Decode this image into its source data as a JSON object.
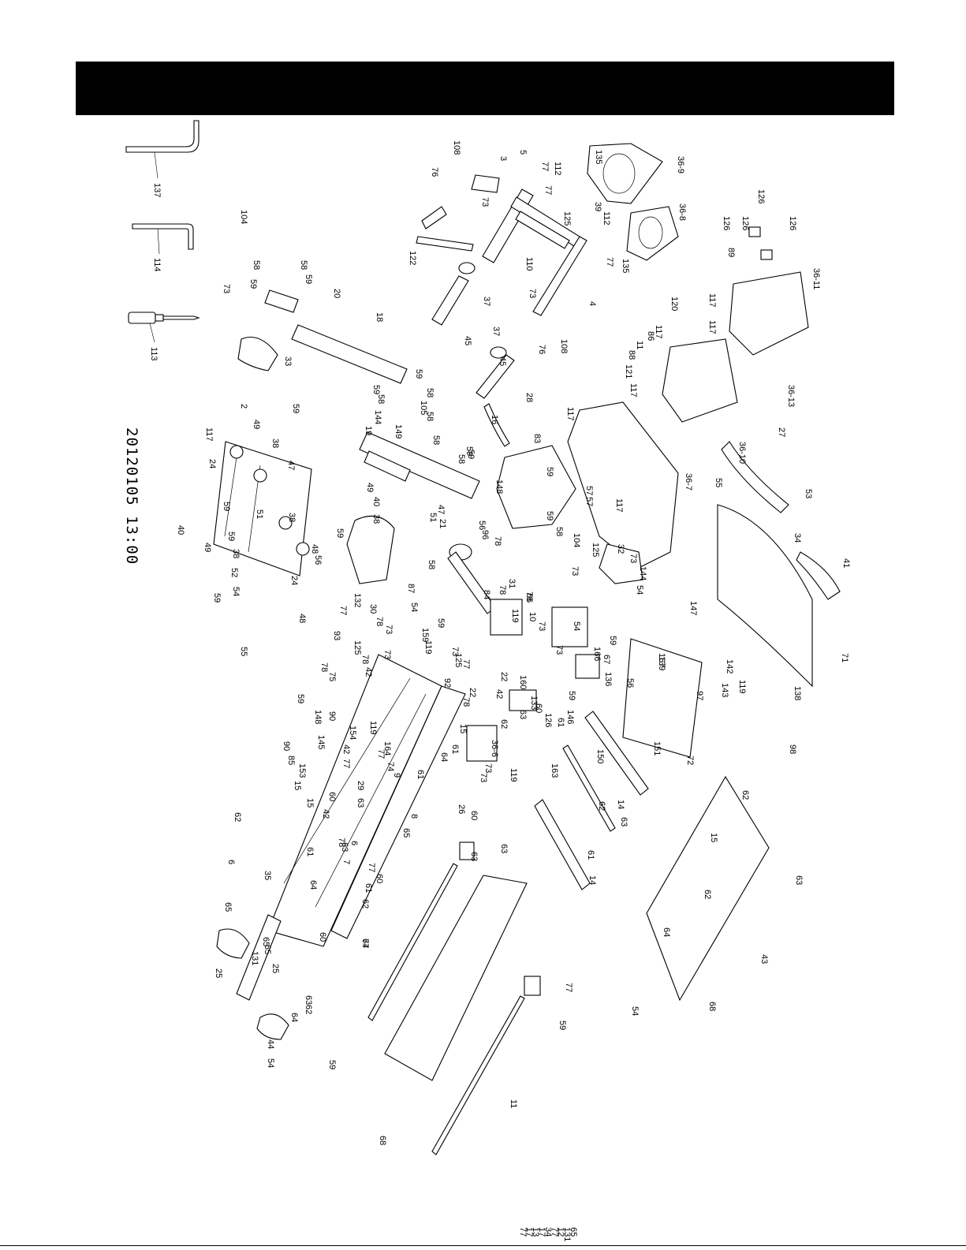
{
  "page": {
    "stamp": "20120105 13:00"
  },
  "tools": [
    {
      "id": "hex-key-large",
      "label": "137"
    },
    {
      "id": "hex-key-small",
      "label": "114"
    },
    {
      "id": "screwdriver",
      "label": "113"
    }
  ],
  "callouts": [
    "108",
    "3",
    "5",
    "77",
    "112",
    "135",
    "36-9",
    "76",
    "73",
    "77",
    "39",
    "112",
    "125",
    "36-8",
    "122",
    "110",
    "73",
    "77",
    "135",
    "126",
    "126",
    "126",
    "89",
    "126",
    "36-11",
    "37",
    "45",
    "4",
    "108",
    "120",
    "117",
    "117",
    "117",
    "86",
    "11",
    "88",
    "121",
    "117",
    "104",
    "58",
    "58",
    "59",
    "59",
    "20",
    "73",
    "18",
    "33",
    "37",
    "76",
    "45",
    "28",
    "16",
    "117",
    "36-10",
    "36-13",
    "27",
    "59",
    "59",
    "58",
    "58",
    "58",
    "144",
    "105",
    "149",
    "19",
    "58",
    "59",
    "58",
    "59",
    "148",
    "59",
    "57",
    "57",
    "83",
    "36-7",
    "117",
    "117",
    "2",
    "49",
    "59",
    "38",
    "24",
    "47",
    "59",
    "40",
    "49",
    "59",
    "38",
    "51",
    "38",
    "48",
    "52",
    "54",
    "56",
    "24",
    "59",
    "55",
    "48",
    "49",
    "40",
    "38",
    "51",
    "47",
    "21",
    "58",
    "59",
    "87",
    "59",
    "58",
    "104",
    "32",
    "73",
    "144",
    "125",
    "73",
    "54",
    "55",
    "41",
    "53",
    "34",
    "84",
    "56",
    "96",
    "78",
    "31",
    "78",
    "78",
    "10",
    "66",
    "54",
    "59",
    "67",
    "54",
    "59",
    "159",
    "119",
    "125",
    "73",
    "119",
    "73",
    "73",
    "166",
    "136",
    "56",
    "59",
    "147",
    "71",
    "138",
    "167",
    "142",
    "119",
    "143",
    "97",
    "98",
    "132",
    "30",
    "78",
    "77",
    "73",
    "93",
    "125",
    "73",
    "78",
    "42",
    "78",
    "75",
    "77",
    "92",
    "22",
    "42",
    "133",
    "126",
    "78",
    "146",
    "59",
    "148",
    "90",
    "154",
    "119",
    "145",
    "42",
    "22",
    "160",
    "63",
    "60",
    "61",
    "62",
    "15",
    "61",
    "64",
    "36-6",
    "73",
    "119",
    "73",
    "163",
    "139",
    "151",
    "150",
    "72",
    "90",
    "85",
    "153",
    "164",
    "77",
    "74",
    "9",
    "77",
    "29",
    "63",
    "60",
    "61",
    "26",
    "60",
    "61",
    "62",
    "14",
    "63",
    "62",
    "15",
    "15",
    "42",
    "78",
    "6",
    "7",
    "77",
    "8",
    "65",
    "63",
    "60",
    "61",
    "61",
    "62",
    "60",
    "64",
    "14",
    "63",
    "63",
    "15",
    "62",
    "63",
    "64",
    "62",
    "64",
    "6",
    "35",
    "77",
    "65",
    "65",
    "65",
    "131",
    "25",
    "25",
    "63",
    "62",
    "64",
    "44",
    "54",
    "59",
    "68",
    "11",
    "77",
    "59",
    "54",
    "68",
    "43",
    "77",
    "17",
    "13",
    "17",
    "34",
    "77",
    "12",
    "131",
    "65"
  ]
}
